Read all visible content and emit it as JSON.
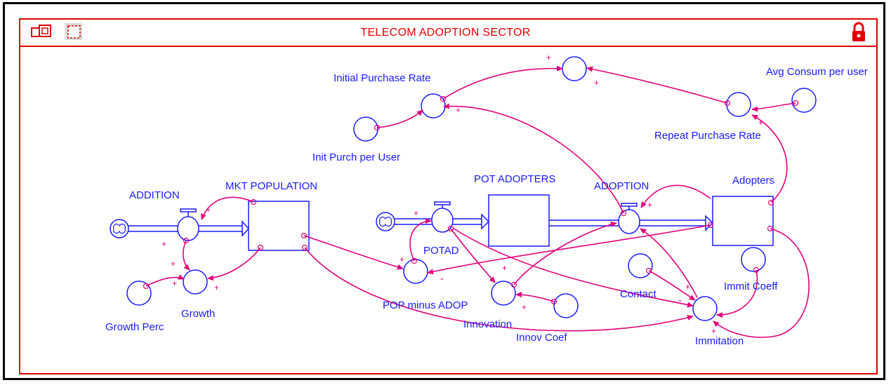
{
  "title": "TELECOM ADOPTION SECTOR",
  "icons": {
    "toolbar_left_1": "stock-flow-icon",
    "toolbar_left_2": "dashed-square-icon",
    "toolbar_right": "lock-icon"
  },
  "colors": {
    "frame": "#000000",
    "panel_border": "#e00000",
    "node": "#1a1aff",
    "connector": "#e0007a"
  },
  "stocks": {
    "mkt_population": "MKT POPULATION",
    "pot_adopters": "POT ADOPTERS",
    "adopters": "Adopters"
  },
  "flows": {
    "addition": "ADDITION",
    "potad": "POTAD",
    "adoption": "ADOPTION"
  },
  "converters": {
    "initial_purchase_rate": "Initial Purchase Rate",
    "init_purch_per_user": "Init Purch per User",
    "avg_consum_per_user": "Avg Consum per user",
    "repeat_purchase_rate": "Repeat Purchase Rate",
    "growth": "Growth",
    "growth_perc": "Growth Perc",
    "pop_minus_adop": "POP minus ADOP",
    "innovation": "Innovation",
    "innov_coef": "Innov Coef",
    "contact": "Contact",
    "immit_coeff": "Immit Coeff",
    "immitation": "Immitation"
  },
  "signs": {
    "plus": "+",
    "minus": "-"
  }
}
